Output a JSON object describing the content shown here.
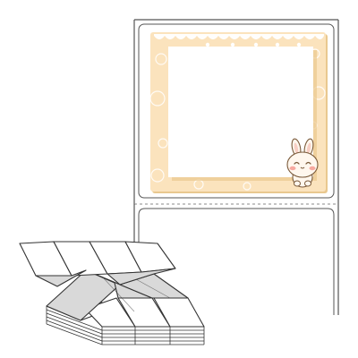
{
  "image": {
    "subject": "fanfold-label-product",
    "components": [
      "label-strip",
      "cute-frame-label",
      "rabbit-illustration",
      "fanfold-label-stack"
    ]
  },
  "colors": {
    "background": "#ffffff",
    "strip_outline": "#555555",
    "perforation": "#888888",
    "frame_fill": "#fbe3bd",
    "frame_shadow": "#e9c88f",
    "frame_inner": "#ffffff",
    "bunting": "#ffffff",
    "bubble_outline": "#ffffff",
    "rabbit_body": "#fff7ee",
    "rabbit_outline": "#7a5a3a",
    "rabbit_cheek": "#f7a9a0",
    "rabbit_ear_inner": "#f8cfc4",
    "stack_paper": "#ffffff",
    "stack_edge": "#333333",
    "stack_shadow": "#d9d9d9"
  }
}
